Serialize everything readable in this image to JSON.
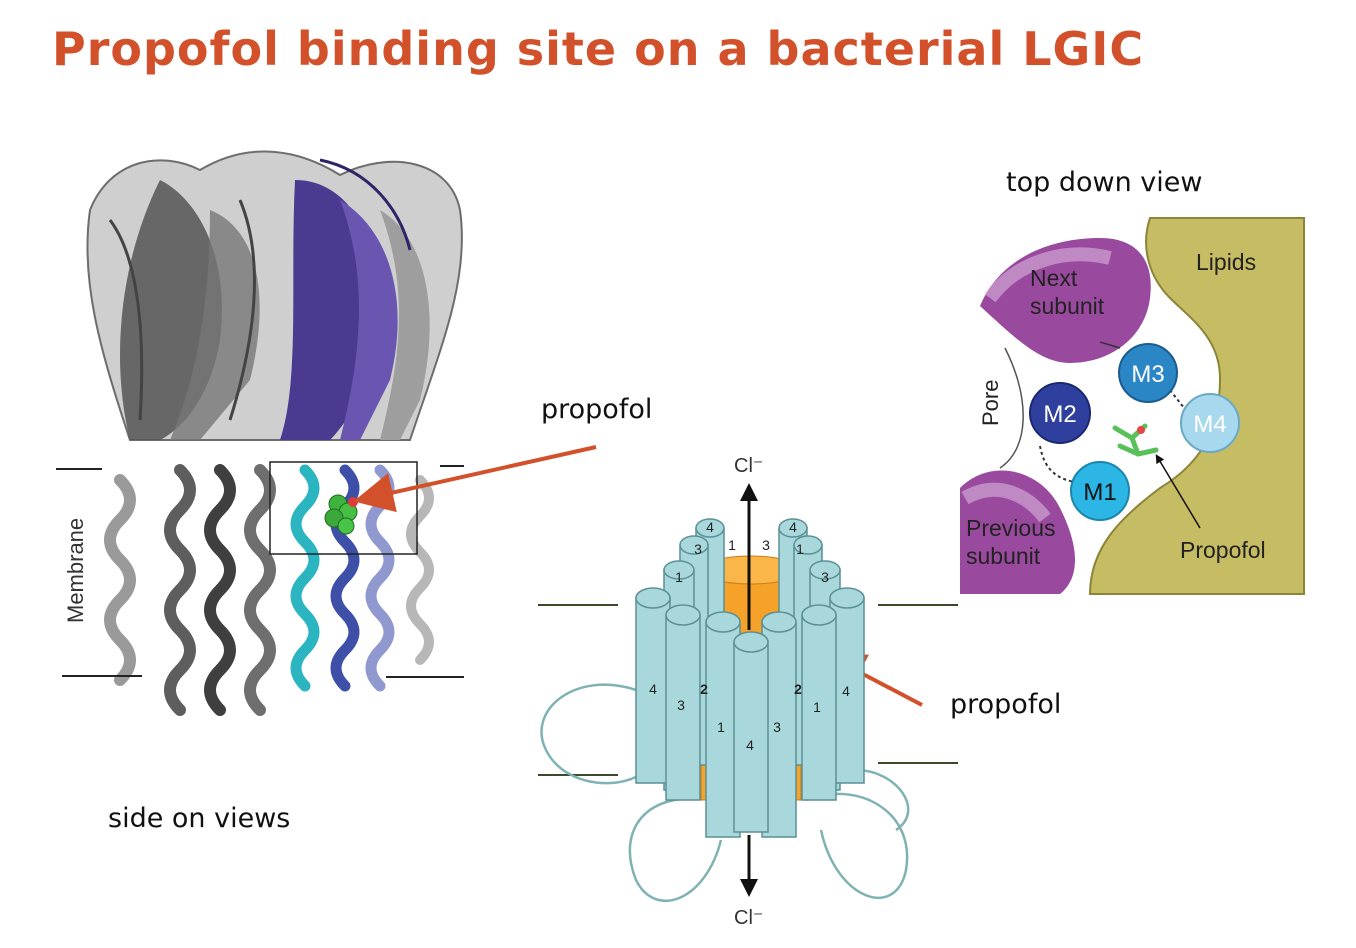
{
  "title": "Propofol binding site on a bacterial LGIC",
  "colors": {
    "title": "#d2502a",
    "arrow": "#d2502a",
    "lipids": "#c6bc63",
    "subunit_purple": "#9a4a9e",
    "m2_blue": "#2f3f9e",
    "m3_blue": "#2b86c5",
    "m1_cyan": "#2bb6e6",
    "m4_lightblue": "#a8d8ee",
    "helix_pale": "#a9d8dc",
    "helix_orange": "#f6a127",
    "membrane_line": "#3b4a2a"
  },
  "labels": {
    "side_view_caption": "side on views",
    "top_view_caption": "top down view",
    "propofol_top": "propofol",
    "propofol_bottom": "propofol"
  },
  "structure": {
    "membrane_label": "Membrane"
  },
  "schematic": {
    "ion_top": "Cl⁻",
    "ion_bottom": "Cl⁻",
    "helix_numbers": [
      "4",
      "4",
      "3",
      "1",
      "3",
      "1",
      "1",
      "3",
      "4",
      "3",
      "2",
      "2",
      "1",
      "3",
      "1",
      "4",
      "4"
    ]
  },
  "topview": {
    "next_line1": "Next",
    "next_line2": "subunit",
    "lipids": "Lipids",
    "pore": "Pore",
    "previous_line1": "Previous",
    "previous_line2": "subunit",
    "propofol": "Propofol",
    "m1": "M1",
    "m2": "M2",
    "m3": "M3",
    "m4": "M4"
  }
}
